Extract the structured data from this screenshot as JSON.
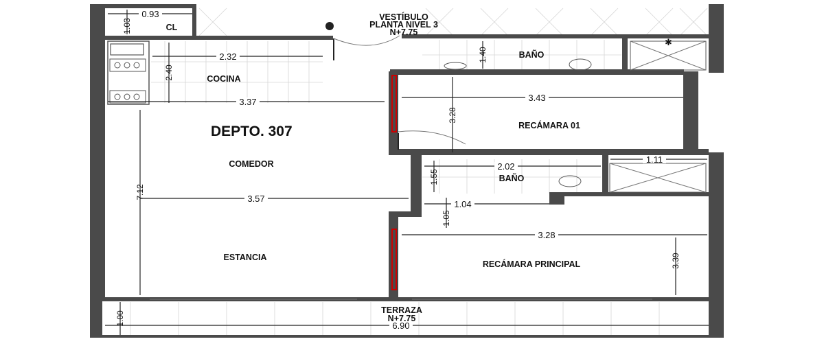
{
  "plan": {
    "title": "DEPTO. 307",
    "rooms": {
      "vestibulo": "VESTÍBULO",
      "vestibulo_nivel": "PLANTA NIVEL 3",
      "vestibulo_elev": "N+7.75",
      "closet": "CL",
      "cocina": "COCINA",
      "bano_top": "BAÑO",
      "recamara01": "RECÁMARA 01",
      "comedor": "COMEDOR",
      "bano_mid": "BAÑO",
      "estancia": "ESTANCIA",
      "recamara_principal": "RECÁMARA PRINCIPAL",
      "terraza": "TERRAZA",
      "terraza_elev": "N+7.75"
    },
    "dimensions": {
      "cl_width": "0.93",
      "cl_height": "1.03",
      "cocina_width": "2.32",
      "cocina_height": "2.40",
      "cocina_full": "3.37",
      "bano_top_height": "1.40",
      "rec01_width": "3.43",
      "rec01_height": "3.28",
      "depto_height": "7.12",
      "comedor_width": "3.57",
      "bano_mid_width": "2.02",
      "bano_mid_height": "1.55",
      "shower_width": "1.11",
      "hall_width": "1.04",
      "hall_height": "1.05",
      "recp_width": "3.28",
      "recp_height": "3.39",
      "terraza_height": "1.00",
      "terraza_width": "6.90"
    }
  }
}
